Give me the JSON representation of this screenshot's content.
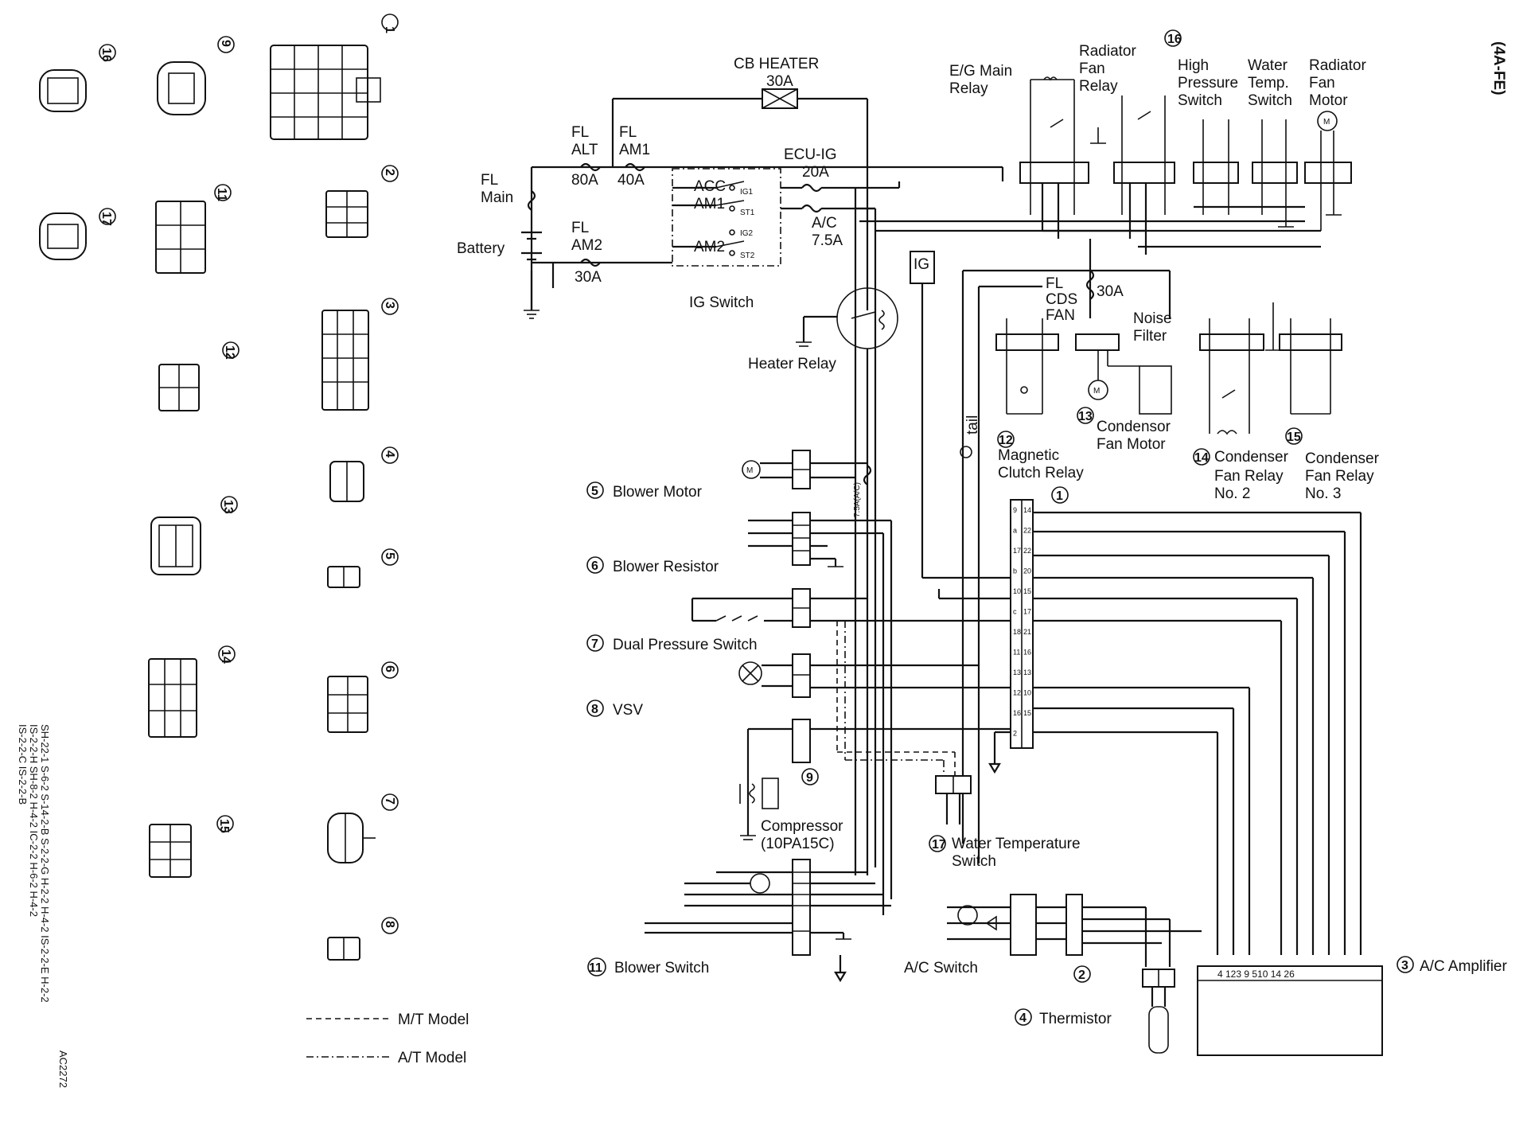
{
  "header": {
    "engine_code": "(4A-FE)",
    "figure_code": "AC2272"
  },
  "references": {
    "line1": "SH-22-1 S-6-2 S-14-2-B S-2-2-G H-2-2 H-4-2 IS-2-2-E H-2-2",
    "line2": "IS-2-2-H SH-8-2 H-4-2 IC-2-2 H-6-2 H-4-2",
    "line3": "IS-2-2-C IS-2-2-B"
  },
  "legend": {
    "mt": "M/T Model",
    "at": "A/T Model"
  },
  "power": {
    "cb_heater": "CB HEATER",
    "cb_heater_rating": "30A",
    "fl_alt": "FL",
    "fl_alt_name": "ALT",
    "fl_alt_rating": "80A",
    "fl_am1": "FL",
    "fl_am1_name": "AM1",
    "fl_am1_rating": "40A",
    "fl_main": "FL",
    "fl_main_name": "Main",
    "battery": "Battery",
    "fl_am2": "FL",
    "fl_am2_name": "AM2",
    "fl_am2_rating": "30A",
    "ecu_ig": "ECU-IG",
    "ecu_ig_rating": "20A",
    "ac_fuse": "A/C",
    "ac_fuse_rating": "7.5A",
    "ig_switch": "IG Switch",
    "sw_acc": "ACC",
    "sw_am1": "AM1",
    "sw_am2": "AM2",
    "sw_ig1": "IG1",
    "sw_st1": "ST1",
    "sw_ig2": "IG2",
    "sw_st2": "ST2",
    "heater_relay": "Heater Relay",
    "fuse_75ac": "7.5A(A/C)",
    "ig_badge": "IG",
    "tail": "tail"
  },
  "components": {
    "eg_main_relay": [
      "E/G Main",
      "Relay"
    ],
    "radiator_fan_relay": [
      "Radiator",
      "Fan",
      "Relay"
    ],
    "high_pressure_switch": [
      "High",
      "Pressure",
      "Switch"
    ],
    "water_temp_switch_top": [
      "Water",
      "Temp.",
      "Switch"
    ],
    "radiator_fan_motor": [
      "Radiator",
      "Fan",
      "Motor"
    ],
    "fl_cds_fan": [
      "FL",
      "CDS",
      "FAN"
    ],
    "fl_cds_rating": "30A",
    "noise_filter": [
      "Noise",
      "Filter"
    ],
    "magnetic_clutch_relay": [
      "Magnetic",
      "Clutch Relay"
    ],
    "condenser_fan_motor": [
      "Condensor",
      "Fan Motor"
    ],
    "condenser_fan_relay2": [
      "Condenser",
      "Fan Relay",
      "No. 2"
    ],
    "condenser_fan_relay3": [
      "Condenser",
      "Fan Relay",
      "No. 3"
    ],
    "blower_motor": "Blower Motor",
    "blower_resistor": "Blower Resistor",
    "dual_pressure_switch": "Dual Pressure Switch",
    "vsv": "VSV",
    "compressor": [
      "Compressor",
      "(10PA15C)"
    ],
    "water_temperature_switch": [
      "Water Temperature",
      "Switch"
    ],
    "blower_switch": "Blower Switch",
    "ac_switch": "A/C Switch",
    "thermistor": "Thermistor",
    "ac_amplifier": "A/C Amplifier",
    "amp_pins": "4  123  9  510  14  26"
  },
  "markers": {
    "m1": "1",
    "m2": "2",
    "m3": "3",
    "m4": "4",
    "m5": "5",
    "m6": "6",
    "m7": "7",
    "m8": "8",
    "m9": "9",
    "m11": "11",
    "m12": "12",
    "m13": "13",
    "m14": "14",
    "m15": "15",
    "m16": "16",
    "m17": "17"
  },
  "connector_1_pins": [
    [
      "9",
      "14"
    ],
    [
      "a",
      "22"
    ],
    [
      "17",
      "22"
    ],
    [
      "b",
      "20"
    ],
    [
      "10",
      "15"
    ],
    [
      "c",
      "17"
    ],
    [
      "18",
      "21"
    ],
    [
      "11",
      "16"
    ],
    [
      "13",
      "13"
    ],
    [
      "12",
      "10"
    ],
    [
      "16",
      "15"
    ],
    [
      "2",
      ""
    ]
  ]
}
